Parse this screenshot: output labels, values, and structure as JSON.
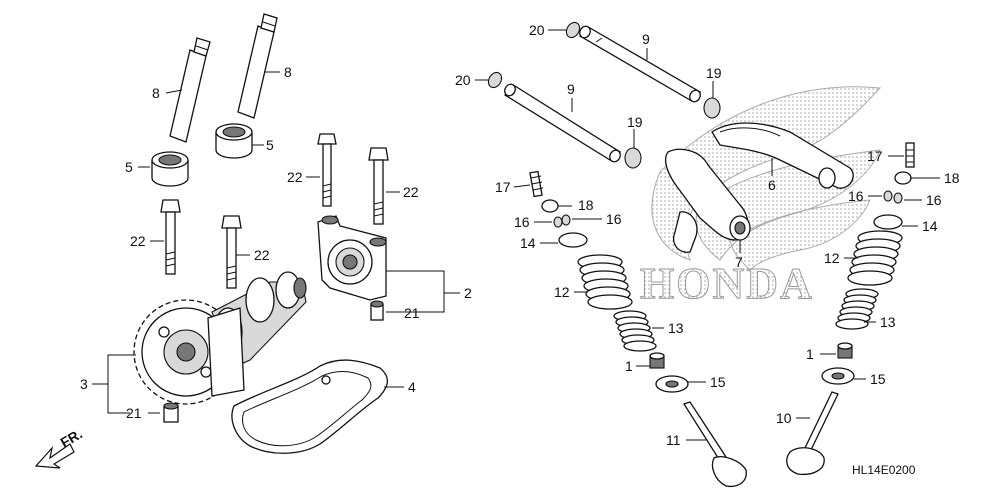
{
  "callouts": [
    {
      "id": "c20a",
      "text": "20"
    },
    {
      "id": "c9a",
      "text": "9"
    },
    {
      "id": "c20b",
      "text": "20"
    },
    {
      "id": "c9b",
      "text": "9"
    },
    {
      "id": "c19a",
      "text": "19"
    },
    {
      "id": "c19b",
      "text": "19"
    },
    {
      "id": "c6",
      "text": "6"
    },
    {
      "id": "c17a",
      "text": "17"
    },
    {
      "id": "c18a",
      "text": "18"
    },
    {
      "id": "c16a",
      "text": "16"
    },
    {
      "id": "c16b",
      "text": "16"
    },
    {
      "id": "c14a",
      "text": "14"
    },
    {
      "id": "c7",
      "text": "7"
    },
    {
      "id": "c12a",
      "text": "12"
    },
    {
      "id": "c13a",
      "text": "13"
    },
    {
      "id": "c1a",
      "text": "1"
    },
    {
      "id": "c15a",
      "text": "15"
    },
    {
      "id": "c11",
      "text": "11"
    },
    {
      "id": "c17b",
      "text": "17"
    },
    {
      "id": "c18b",
      "text": "18"
    },
    {
      "id": "c16c",
      "text": "16"
    },
    {
      "id": "c16d",
      "text": "16"
    },
    {
      "id": "c14b",
      "text": "14"
    },
    {
      "id": "c12b",
      "text": "12"
    },
    {
      "id": "c13b",
      "text": "13"
    },
    {
      "id": "c1b",
      "text": "1"
    },
    {
      "id": "c15b",
      "text": "15"
    },
    {
      "id": "c10",
      "text": "10"
    },
    {
      "id": "c8a",
      "text": "8"
    },
    {
      "id": "c8b",
      "text": "8"
    },
    {
      "id": "c5a",
      "text": "5"
    },
    {
      "id": "c5b",
      "text": "5"
    },
    {
      "id": "c22a",
      "text": "22"
    },
    {
      "id": "c22b",
      "text": "22"
    },
    {
      "id": "c22c",
      "text": "22"
    },
    {
      "id": "c22d",
      "text": "22"
    },
    {
      "id": "c2",
      "text": "2"
    },
    {
      "id": "c21a",
      "text": "21"
    },
    {
      "id": "c3",
      "text": "3"
    },
    {
      "id": "c21b",
      "text": "21"
    },
    {
      "id": "c4",
      "text": "4"
    }
  ],
  "direction_label": "FR.",
  "brand_watermark": "HONDA",
  "diagram_code": "HL14E0200"
}
